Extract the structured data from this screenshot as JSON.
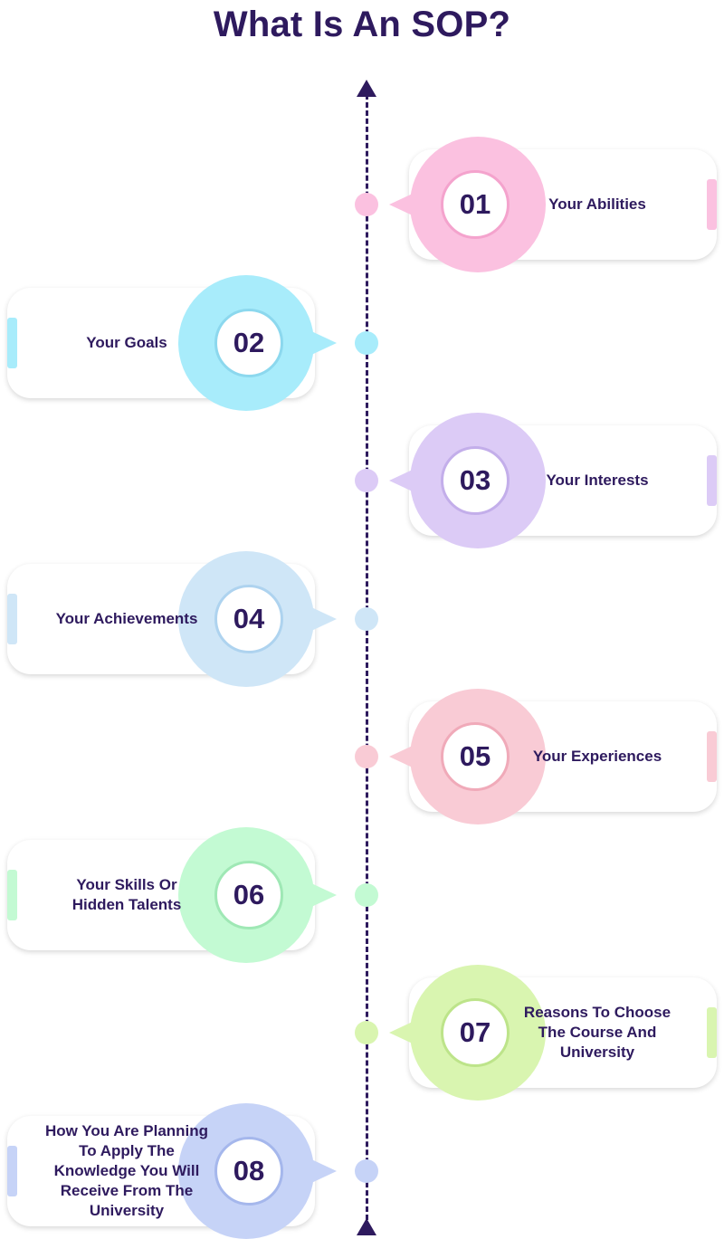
{
  "title": "What Is An SOP?",
  "steps": [
    {
      "number": "01",
      "label": "Your Abilities",
      "side": "right",
      "color": "#fbc1e0",
      "ring": "#f4a3cd"
    },
    {
      "number": "02",
      "label": "Your Goals",
      "side": "left",
      "color": "#a8ecfb",
      "ring": "#8cd8ee"
    },
    {
      "number": "03",
      "label": "Your Interests",
      "side": "right",
      "color": "#dccbf6",
      "ring": "#c3aeea"
    },
    {
      "number": "04",
      "label": "Your Achievements",
      "side": "left",
      "color": "#cfe6f7",
      "ring": "#aed3ef"
    },
    {
      "number": "05",
      "label": "Your Experiences",
      "side": "right",
      "color": "#f9cbd5",
      "ring": "#f0aab9"
    },
    {
      "number": "06",
      "label": "Your Skills Or\nHidden Talents",
      "side": "left",
      "color": "#c3fad3",
      "ring": "#9fe8b5"
    },
    {
      "number": "07",
      "label": "Reasons To Choose\nThe Course And\nUniversity",
      "side": "right",
      "color": "#d9f5b0",
      "ring": "#bde48a"
    },
    {
      "number": "08",
      "label": "How You Are Planning\nTo Apply The\nKnowledge You Will\nReceive From The\nUniversity",
      "side": "left",
      "color": "#c6d3f7",
      "ring": "#a5b7ec"
    }
  ]
}
